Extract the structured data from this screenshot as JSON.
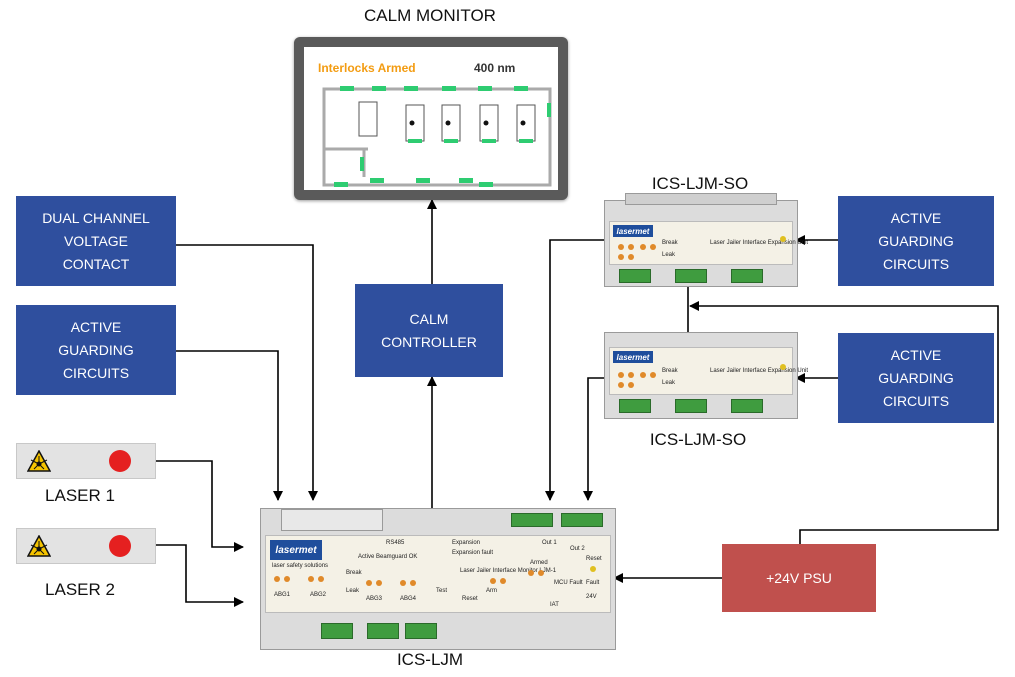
{
  "labels": {
    "calm_monitor": "CALM MONITOR",
    "ics_ljm": "ICS-LJM",
    "ics_ljm_so_top": "ICS-LJM-SO",
    "ics_ljm_so_bottom": "ICS-LJM-SO",
    "laser1": "LASER 1",
    "laser2": "LASER 2"
  },
  "boxes": {
    "dual_channel": [
      "DUAL CHANNEL",
      "VOLTAGE",
      "CONTACT"
    ],
    "active_guarding_left": [
      "ACTIVE",
      "GUARDING",
      "CIRCUITS"
    ],
    "calm_controller": [
      "CALM",
      "CONTROLLER"
    ],
    "active_guarding_top_right": [
      "ACTIVE",
      "GUARDING",
      "CIRCUITS"
    ],
    "active_guarding_bottom_right": [
      "ACTIVE",
      "GUARDING",
      "CIRCUITS"
    ],
    "psu": "+24V PSU"
  },
  "monitor_screen": {
    "title": "Interlocks Armed",
    "wavelength": "400 nm"
  },
  "module_text": {
    "brand": "lasermet",
    "tagline": "laser safety solutions",
    "ljm_title": "Laser Jailer Interface Monitor LJM-1",
    "so_title": "Laser Jailer Interface Expansion Unit",
    "rs485": "RS485",
    "expansion": "Expansion",
    "expansion_fault": "Expansion fault",
    "active_beamguard": "Active Beamguard OK",
    "break": "Break",
    "leak": "Leak",
    "abg1": "ABG1",
    "abg2": "ABG2",
    "abg3": "ABG3",
    "abg4": "ABG4",
    "armed": "Armed",
    "mcu_fault": "MCU Fault",
    "fault": "Fault",
    "reset": "Reset",
    "test": "Test",
    "arm": "Arm",
    "out1": "Out 1",
    "out2": "Out 2",
    "v24": "24V",
    "iat": "IAT"
  },
  "colors": {
    "box_blue": "#2f4f9e",
    "psu_red": "#c0504d",
    "monitor_accent": "#f39c12",
    "status_green": "#2ecc71"
  }
}
